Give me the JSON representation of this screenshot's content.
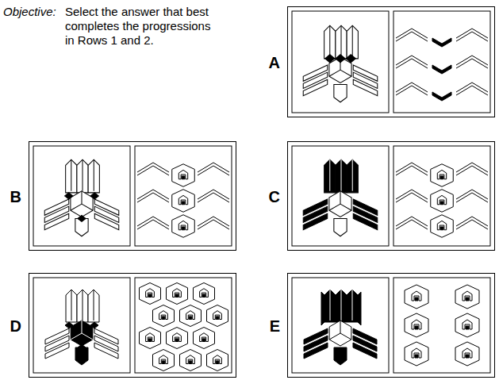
{
  "diagram": {
    "nodes": [
      {
        "text": [
          "A"
        ]
      },
      {
        "text": [
          "B"
        ]
      },
      {
        "text": [
          "C"
        ]
      },
      {
        "text": [
          "D"
        ]
      },
      {
        "text": [
          "E"
        ]
      }
    ],
    "labels": [
      "Objective:",
      "Select the answer that best completes the progressions in Rows 1 and 2."
    ]
  }
}
